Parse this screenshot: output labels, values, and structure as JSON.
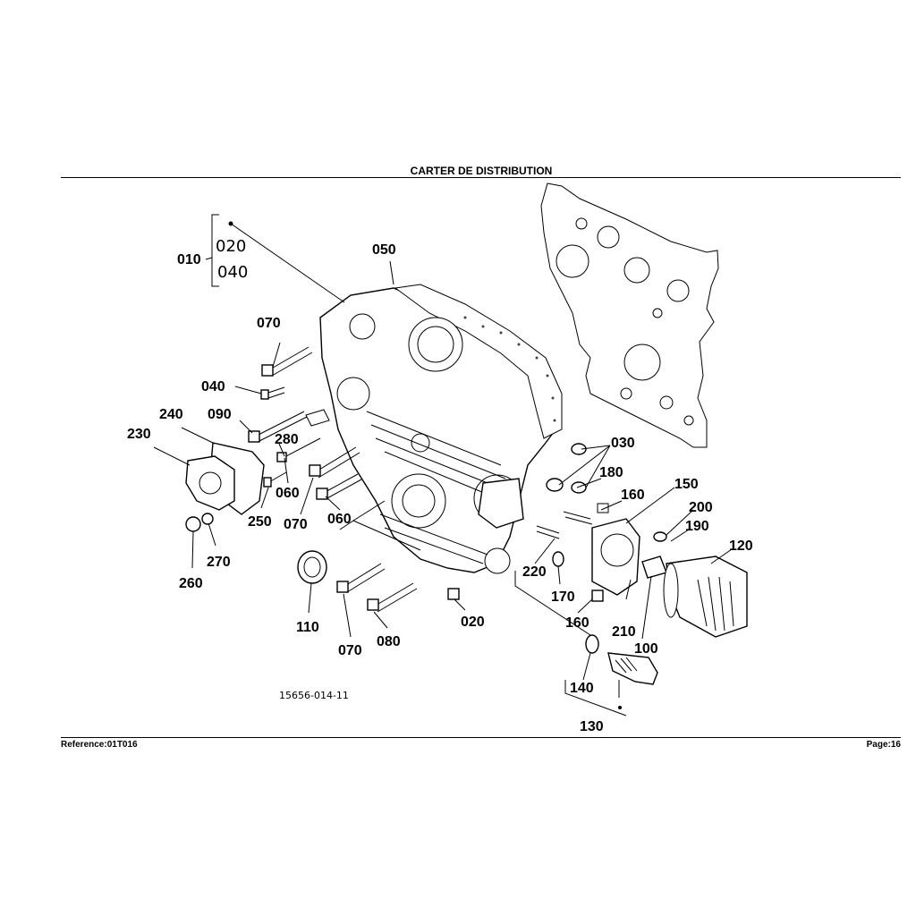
{
  "header": {
    "title": "CARTER DE DISTRIBUTION"
  },
  "footer": {
    "reference": "Reference:01T016",
    "page": "Page:16"
  },
  "drawing_code": "15656-014-11",
  "group_labels": {
    "ref_010": "010",
    "ref_020_handwritten": "020",
    "ref_040_handwritten": "040"
  },
  "callouts": [
    "050",
    "070",
    "040",
    "090",
    "240",
    "230",
    "280",
    "060",
    "250",
    "070",
    "060",
    "260",
    "270",
    "110",
    "070",
    "080",
    "020",
    "030",
    "180",
    "160",
    "150",
    "200",
    "190",
    "120",
    "220",
    "170",
    "160",
    "210",
    "100",
    "140",
    "130"
  ]
}
